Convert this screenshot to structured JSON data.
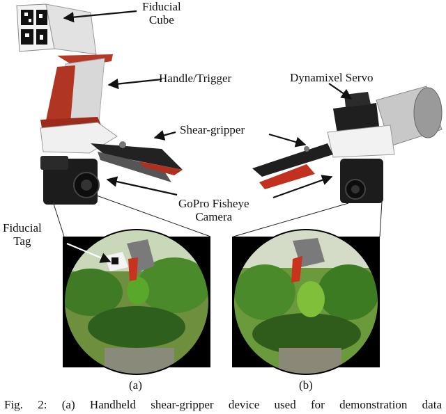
{
  "labels": {
    "fiducial_cube": "Fiducial\nCube",
    "handle_trigger": "Handle/Trigger",
    "shear_gripper": "Shear-gripper",
    "dynamixel_servo": "Dynamixel Servo",
    "gopro_camera": "GoPro Fisheye\nCamera",
    "fiducial_tag": "Fiducial\nTag"
  },
  "subfig_a": "(a)",
  "subfig_b": "(b)",
  "caption": "Fig. 2: (a) Handheld shear-gripper device used for demonstration data"
}
